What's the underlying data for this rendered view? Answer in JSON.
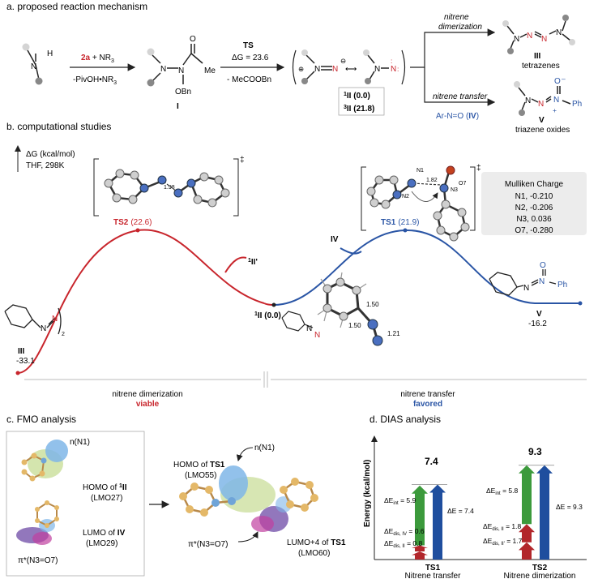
{
  "panels": {
    "a": "a. proposed reaction mechanism",
    "b": "b. computational studies",
    "c": "c. FMO analysis",
    "d": "d. DIAS analysis"
  },
  "mechanism": {
    "step1_reagent": "2a",
    "step1_reagent_rest": " + NR",
    "step1_reagent_sub": "3",
    "step1_byproduct": "-PivOH•NR",
    "step1_byproduct_sub": "3",
    "me_label": "Me",
    "obn_label": "OBn",
    "intermediate_I": "I",
    "ts_label": "TS",
    "dG_label": "ΔG = 23.6",
    "step2_byproduct": "- MeCOOBn",
    "singlet_label": "II (0.0)",
    "singlet_sup": "1",
    "triplet_label": "II (21.8)",
    "triplet_sup": "3",
    "dimerization_label": "nitrene",
    "dimerization_label2": "dimerization",
    "transfer_label": "nitrene transfer",
    "tetrazene_num": "III",
    "tetrazene_name": "tetrazenes",
    "reagent_IV_a": "Ar-N=O (",
    "reagent_IV_b": "IV",
    "reagent_IV_c": ")",
    "oxide_num": "V",
    "oxide_name": "triazene oxides",
    "ph": "Ph"
  },
  "profile": {
    "axis_label": "ΔG (kcal/mol)",
    "conditions": "THF, 298K",
    "ts2_label": "TS2",
    "ts2_value": "(22.6)",
    "ts1_label": "TS1",
    "ts1_value": "(21.9)",
    "II_prime": "II'",
    "II_prime_sup": "1",
    "II_center": "II (0.0)",
    "II_center_sup": "1",
    "III_label": "III",
    "III_value": "-33.1",
    "IV_label": "IV",
    "V_label": "V",
    "V_value": "-16.2",
    "dist_ts2": "1.98",
    "dist_ts1": "1.82",
    "bond_150a": "1.50",
    "bond_150b": "1.50",
    "bond_121": "1.21",
    "atom_N1": "N1",
    "atom_N2": "N2",
    "atom_N3": "N3",
    "atom_O7": "O7",
    "left_range": "nitrene dimerization",
    "left_verdict": "viable",
    "right_range": "nitrene transfer",
    "right_verdict": "favored",
    "subscript_2": "2",
    "dagger": "‡"
  },
  "mulliken": {
    "title": "Mulliken Charge",
    "rows": [
      "N1, -0.210",
      "N2, -0.206",
      "N3, 0.036",
      "O7, -0.280"
    ]
  },
  "fmo": {
    "n_label_1": "n(N1)",
    "homo_II_a": "HOMO of ",
    "homo_II_b": "II",
    "homo_II_sup": "1",
    "homo_II_lmo": "(LMO27)",
    "lumo_IV_a": "LUMO of ",
    "lumo_IV_b": "IV",
    "lumo_IV_lmo": "(LMO29)",
    "pi_star_1": "π*(N3=O7)",
    "homo_ts1_a": "HOMO of ",
    "homo_ts1_b": "TS1",
    "homo_ts1_lmo": "(LMO55)",
    "n_label_2": "n(N1)",
    "pi_star_2": "π*(N3=O7)",
    "lumo_ts1_a": "LUMO+4 of ",
    "lumo_ts1_b": "TS1",
    "lumo_ts1_lmo": "(LMO60)"
  },
  "dias": {
    "y_label": "Energy (kcal/mol)",
    "ts1_total": "7.4",
    "ts2_total": "9.3",
    "ts1_int": "ΔE",
    "ts1_int_sub": "int",
    "ts1_int_val": " = 5.9",
    "ts1_disIV": "ΔE",
    "ts1_disIV_sub": "dis, IV",
    "ts1_disIV_val": " = 0.6",
    "ts1_disII": "ΔE",
    "ts1_disII_sub": "dis, II",
    "ts1_disII_val": " = 0.8",
    "ts1_E": "ΔE = 7.4",
    "ts2_int": "ΔE",
    "ts2_int_sub": "int",
    "ts2_int_val": " = 5.8",
    "ts2_disII": "ΔE",
    "ts2_disII_sub": "dis, II",
    "ts2_disII_val": " = 1.8",
    "ts2_disII2": "ΔE",
    "ts2_disII2_sub": "dis, II'",
    "ts2_disII2_val": " = 1.7",
    "ts2_E": "ΔE = 9.3",
    "ts1_name": "TS1",
    "ts1_desc": "Nitrene transfer",
    "ts2_name": "TS2",
    "ts2_desc": "Nitrene dimerization",
    "colors": {
      "green": "#3c9a3c",
      "blue": "#1f4e9e",
      "red": "#b2262b"
    }
  }
}
